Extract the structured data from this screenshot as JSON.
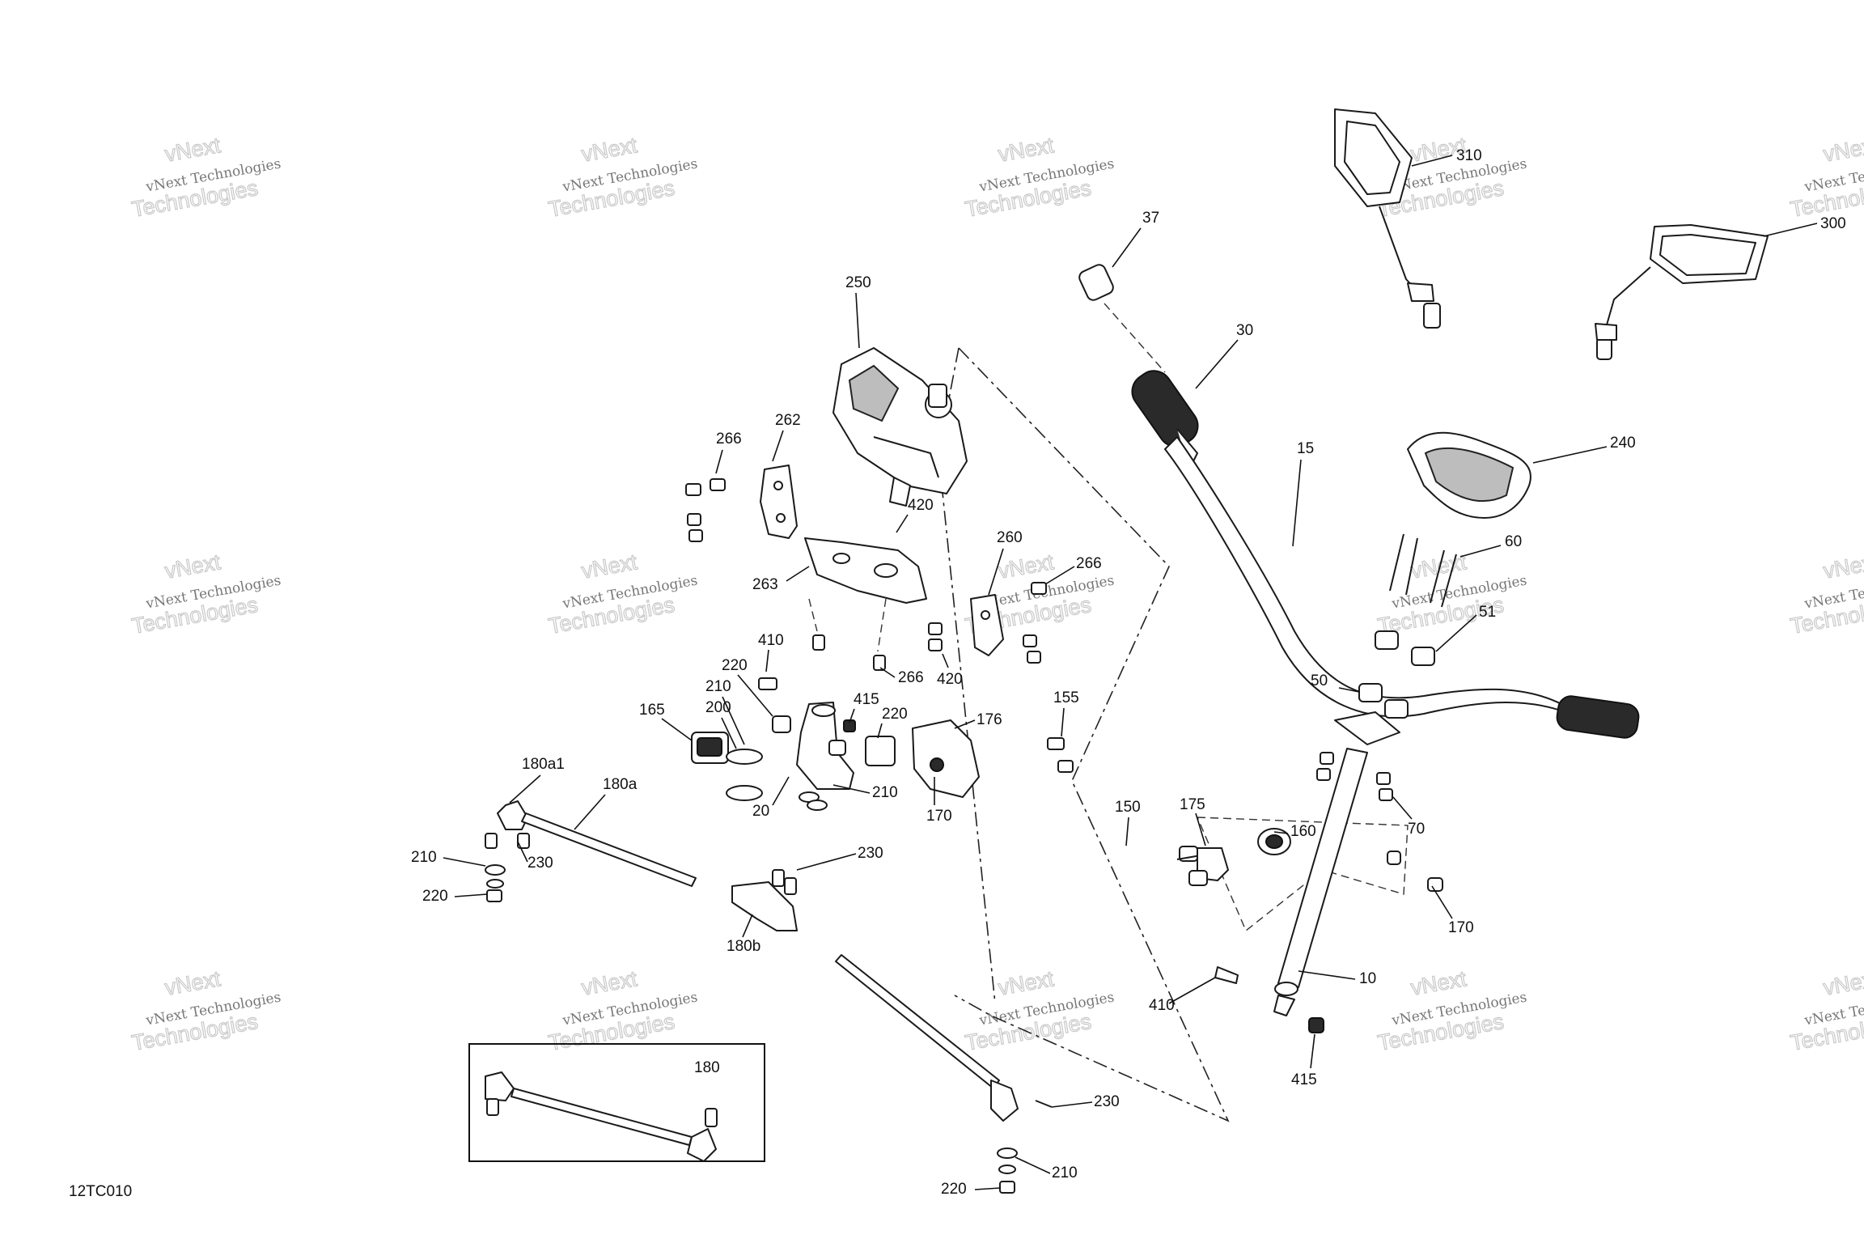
{
  "diagram": {
    "code": "12TC010",
    "watermark": {
      "line1": "vNext Technologies",
      "line2": "Technologies",
      "line3": "vNext"
    },
    "callouts": [
      {
        "id": "c310",
        "label": "310"
      },
      {
        "id": "c300",
        "label": "300"
      },
      {
        "id": "c37",
        "label": "37"
      },
      {
        "id": "c30",
        "label": "30"
      },
      {
        "id": "c250",
        "label": "250"
      },
      {
        "id": "c262",
        "label": "262"
      },
      {
        "id": "c266a",
        "label": "266"
      },
      {
        "id": "c420a",
        "label": "420"
      },
      {
        "id": "c260",
        "label": "260"
      },
      {
        "id": "c266b",
        "label": "266"
      },
      {
        "id": "c263",
        "label": "263"
      },
      {
        "id": "c410a",
        "label": "410"
      },
      {
        "id": "c266c",
        "label": "266"
      },
      {
        "id": "c420b",
        "label": "420"
      },
      {
        "id": "c220a",
        "label": "220"
      },
      {
        "id": "c210a",
        "label": "210"
      },
      {
        "id": "c415a",
        "label": "415"
      },
      {
        "id": "c200",
        "label": "200"
      },
      {
        "id": "c220b",
        "label": "220"
      },
      {
        "id": "c176",
        "label": "176"
      },
      {
        "id": "c155",
        "label": "155"
      },
      {
        "id": "c165",
        "label": "165"
      },
      {
        "id": "c210b",
        "label": "210"
      },
      {
        "id": "c20",
        "label": "20"
      },
      {
        "id": "c170a",
        "label": "170"
      },
      {
        "id": "c180a1",
        "label": "180a1"
      },
      {
        "id": "c180a",
        "label": "180a"
      },
      {
        "id": "c210c",
        "label": "210"
      },
      {
        "id": "c230a",
        "label": "230"
      },
      {
        "id": "c220c",
        "label": "220"
      },
      {
        "id": "c230b",
        "label": "230"
      },
      {
        "id": "c180b",
        "label": "180b"
      },
      {
        "id": "c180",
        "label": "180"
      },
      {
        "id": "c230c",
        "label": "230"
      },
      {
        "id": "c210d",
        "label": "210"
      },
      {
        "id": "c220d",
        "label": "220"
      },
      {
        "id": "c15",
        "label": "15"
      },
      {
        "id": "c240",
        "label": "240"
      },
      {
        "id": "c60",
        "label": "60"
      },
      {
        "id": "c51",
        "label": "51"
      },
      {
        "id": "c50",
        "label": "50"
      },
      {
        "id": "c70",
        "label": "70"
      },
      {
        "id": "c150",
        "label": "150"
      },
      {
        "id": "c175",
        "label": "175"
      },
      {
        "id": "c160",
        "label": "160"
      },
      {
        "id": "c170b",
        "label": "170"
      },
      {
        "id": "c10",
        "label": "10"
      },
      {
        "id": "c410b",
        "label": "410"
      },
      {
        "id": "c415b",
        "label": "415"
      }
    ]
  }
}
